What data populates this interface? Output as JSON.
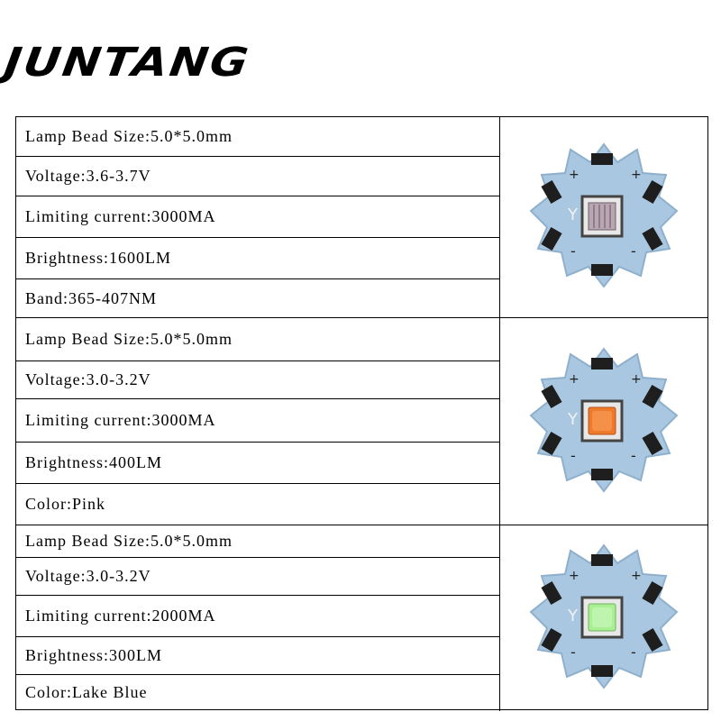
{
  "brand": {
    "logo_text": "JUNTANG"
  },
  "products": [
    {
      "specs": [
        "Lamp Bead Size:5.0*5.0mm",
        "Voltage:3.6-3.7V",
        "Limiting current:3000MA",
        "Brightness:1600LM",
        "Band:365-407NM"
      ],
      "image": {
        "board_label": "Y",
        "plus": "+",
        "minus": "-",
        "chip_color": "#b9a6b2",
        "chip_icon": "uv-led-chip-icon"
      }
    },
    {
      "specs": [
        "Lamp Bead Size:5.0*5.0mm",
        "Voltage:3.0-3.2V",
        "Limiting current:3000MA",
        "Brightness:400LM",
        "Color:Pink"
      ],
      "image": {
        "board_label": "Y",
        "plus": "+",
        "minus": "-",
        "chip_color": "#f07a2c",
        "chip_icon": "pink-led-chip-icon"
      }
    },
    {
      "specs": [
        "Lamp Bead Size:5.0*5.0mm",
        "Voltage:3.0-3.2V",
        "Limiting current:2000MA",
        "Brightness:300LM",
        "Color:Lake Blue"
      ],
      "image": {
        "board_label": "Y",
        "plus": "+",
        "minus": "-",
        "chip_color": "#a9ef94",
        "chip_icon": "lake-blue-led-chip-icon"
      }
    }
  ],
  "colors": {
    "board": "#a9c7e0",
    "board_shadow": "#8fb0cc",
    "pad": "#1e1e1e",
    "chip_frame": "#e8e8e8"
  }
}
